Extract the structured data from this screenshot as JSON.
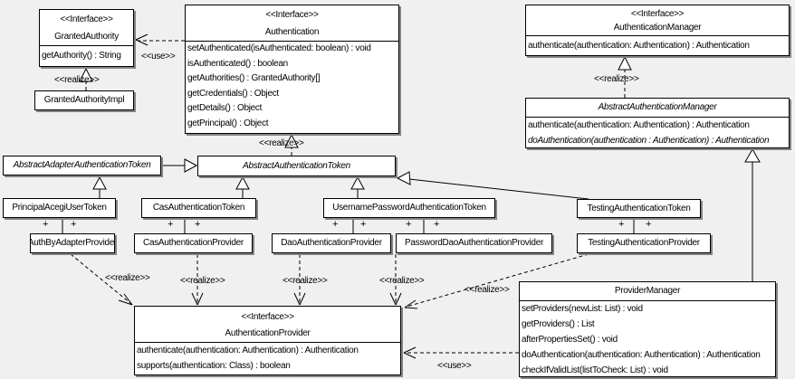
{
  "labels": {
    "realize": "<<realize>>",
    "use": "<<use>>",
    "plus": "+"
  },
  "colors": {
    "background": "#f0f0f0",
    "box_fill": "#ffffff",
    "box_border": "#000000",
    "box_shadow": "#848484"
  },
  "classes": {
    "grantedAuthority": {
      "stereotype": "<<Interface>>",
      "name": "GrantedAuthority",
      "methods": [
        "getAuthority() : String"
      ]
    },
    "authentication": {
      "stereotype": "<<Interface>>",
      "name": "Authentication",
      "methods": [
        "setAuthenticated(isAuthenticated: boolean) : void",
        "isAuthenticated() : boolean",
        "getAuthorities() : GrantedAuthority[]",
        "getCredentials() : Object",
        "getDetails() : Object",
        "getPrincipal() : Object"
      ]
    },
    "authenticationManager": {
      "stereotype": "<<Interface>>",
      "name": "AuthenticationManager",
      "methods": [
        "authenticate(authentication: Authentication) : Authentication"
      ]
    },
    "grantedAuthorityImpl": {
      "name": "GrantedAuthorityImpl"
    },
    "abstractAuthenticationManager": {
      "name": "AbstractAuthenticationManager",
      "abstract": true,
      "methods": [
        "authenticate(authentication: Authentication) : Authentication",
        "doAuthentication(authentication : Authentication) : Authentication"
      ]
    },
    "abstractAdapterAuthenticationToken": {
      "name": "AbstractAdapterAuthenticationToken",
      "abstract": true
    },
    "abstractAuthenticationToken": {
      "name": "AbstractAuthenticationToken",
      "abstract": true
    },
    "principalAcegiUserToken": {
      "name": "PrincipalAcegiUserToken"
    },
    "casAuthenticationToken": {
      "name": "CasAuthenticationToken"
    },
    "usernamePasswordAuthenticationToken": {
      "name": "UsernamePasswordAuthenticationToken"
    },
    "testingAuthenticationToken": {
      "name": "TestingAuthenticationToken"
    },
    "authByAdapterProvider": {
      "name": "AuthByAdapterProvider"
    },
    "casAuthenticationProvider": {
      "name": "CasAuthenticationProvider"
    },
    "daoAuthenticationProvider": {
      "name": "DaoAuthenticationProvider"
    },
    "passwordDaoAuthenticationProvider": {
      "name": "PasswordDaoAuthenticationProvider"
    },
    "testingAuthenticationProvider": {
      "name": "TestingAuthenticationProvider"
    },
    "authenticationProvider": {
      "stereotype": "<<Interface>>",
      "name": "AuthenticationProvider",
      "methods": [
        "authenticate(authentication: Authentication) : Authentication",
        "supports(authentication: Class) : boolean"
      ]
    },
    "providerManager": {
      "name": "ProviderManager",
      "methods": [
        "setProviders(newList: List) : void",
        "getProviders() : List",
        "afterPropertiesSet() : void",
        "doAuthentication(authentication: Authentication) : Authentication",
        "checkIfValidList(listToCheck: List) : void"
      ]
    }
  },
  "relationships": [
    {
      "type": "realize",
      "from": "GrantedAuthorityImpl",
      "to": "GrantedAuthority",
      "label": "<<realize>>"
    },
    {
      "type": "use",
      "from": "Authentication",
      "to": "GrantedAuthority",
      "label": "<<use>>"
    },
    {
      "type": "realize",
      "from": "AbstractAuthenticationToken",
      "to": "Authentication",
      "label": "<<realize>>"
    },
    {
      "type": "realize",
      "from": "AbstractAuthenticationManager",
      "to": "AuthenticationManager",
      "label": "<<realize>>"
    },
    {
      "type": "generalization",
      "from": "AbstractAdapterAuthenticationToken",
      "to": "AbstractAuthenticationToken"
    },
    {
      "type": "generalization",
      "from": "PrincipalAcegiUserToken",
      "to": "AbstractAdapterAuthenticationToken"
    },
    {
      "type": "generalization",
      "from": "CasAuthenticationToken",
      "to": "AbstractAuthenticationToken"
    },
    {
      "type": "generalization",
      "from": "UsernamePasswordAuthenticationToken",
      "to": "AbstractAuthenticationToken"
    },
    {
      "type": "generalization",
      "from": "TestingAuthenticationToken",
      "to": "AbstractAuthenticationToken"
    },
    {
      "type": "generalization",
      "from": "ProviderManager",
      "to": "AbstractAuthenticationManager"
    },
    {
      "type": "association",
      "from": "PrincipalAcegiUserToken",
      "to": "AuthByAdapterProvider",
      "end_labels": [
        "+",
        "+"
      ]
    },
    {
      "type": "association",
      "from": "CasAuthenticationToken",
      "to": "CasAuthenticationProvider",
      "end_labels": [
        "+",
        "+"
      ]
    },
    {
      "type": "association",
      "from": "UsernamePasswordAuthenticationToken",
      "to": "DaoAuthenticationProvider",
      "end_labels": [
        "+",
        "+"
      ]
    },
    {
      "type": "association",
      "from": "UsernamePasswordAuthenticationToken",
      "to": "PasswordDaoAuthenticationProvider",
      "end_labels": [
        "+",
        "+"
      ]
    },
    {
      "type": "association",
      "from": "TestingAuthenticationToken",
      "to": "TestingAuthenticationProvider",
      "end_labels": [
        "+",
        "+"
      ]
    },
    {
      "type": "realize",
      "from": "AuthByAdapterProvider",
      "to": "AuthenticationProvider",
      "label": "<<realize>>"
    },
    {
      "type": "realize",
      "from": "CasAuthenticationProvider",
      "to": "AuthenticationProvider",
      "label": "<<realize>>"
    },
    {
      "type": "realize",
      "from": "DaoAuthenticationProvider",
      "to": "AuthenticationProvider",
      "label": "<<realize>>"
    },
    {
      "type": "realize",
      "from": "PasswordDaoAuthenticationProvider",
      "to": "AuthenticationProvider",
      "label": "<<realize>>"
    },
    {
      "type": "realize",
      "from": "TestingAuthenticationProvider",
      "to": "AuthenticationProvider",
      "label": "<<realize>>"
    },
    {
      "type": "use",
      "from": "ProviderManager",
      "to": "AuthenticationProvider",
      "label": "<<use>>"
    }
  ]
}
